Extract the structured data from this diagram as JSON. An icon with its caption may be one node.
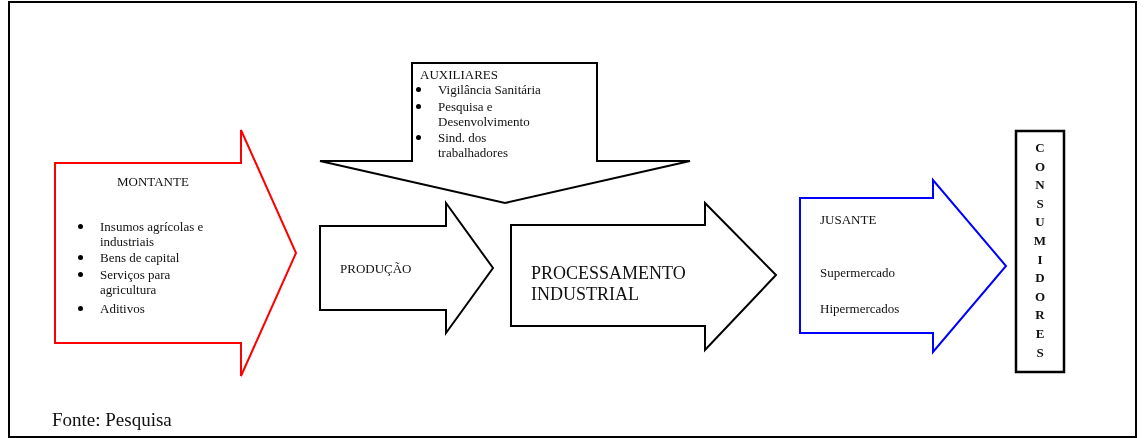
{
  "diagram": {
    "nodes": [
      {
        "text": [
          "MONTANTE",
          "Insumos agrícolas e industriais",
          "Bens de capital",
          "Serviços para agricultura",
          "Aditivos"
        ]
      },
      {
        "text": [
          "AUXILIARES",
          "Vigilância Sanitária",
          "Pesquisa e Desenvolvimento",
          "Sind. dos trabalhadores"
        ]
      },
      {
        "text": [
          "PRODUÇÃO"
        ]
      },
      {
        "text": [
          "PROCESSAMENTO INDUSTRIAL"
        ]
      },
      {
        "text": [
          "JUSANTE",
          "Supermercado",
          "Hipermercados"
        ]
      },
      {
        "text": [
          "CONSUMIDORES"
        ]
      }
    ],
    "labels": [
      "Fonte: Pesquisa"
    ]
  }
}
